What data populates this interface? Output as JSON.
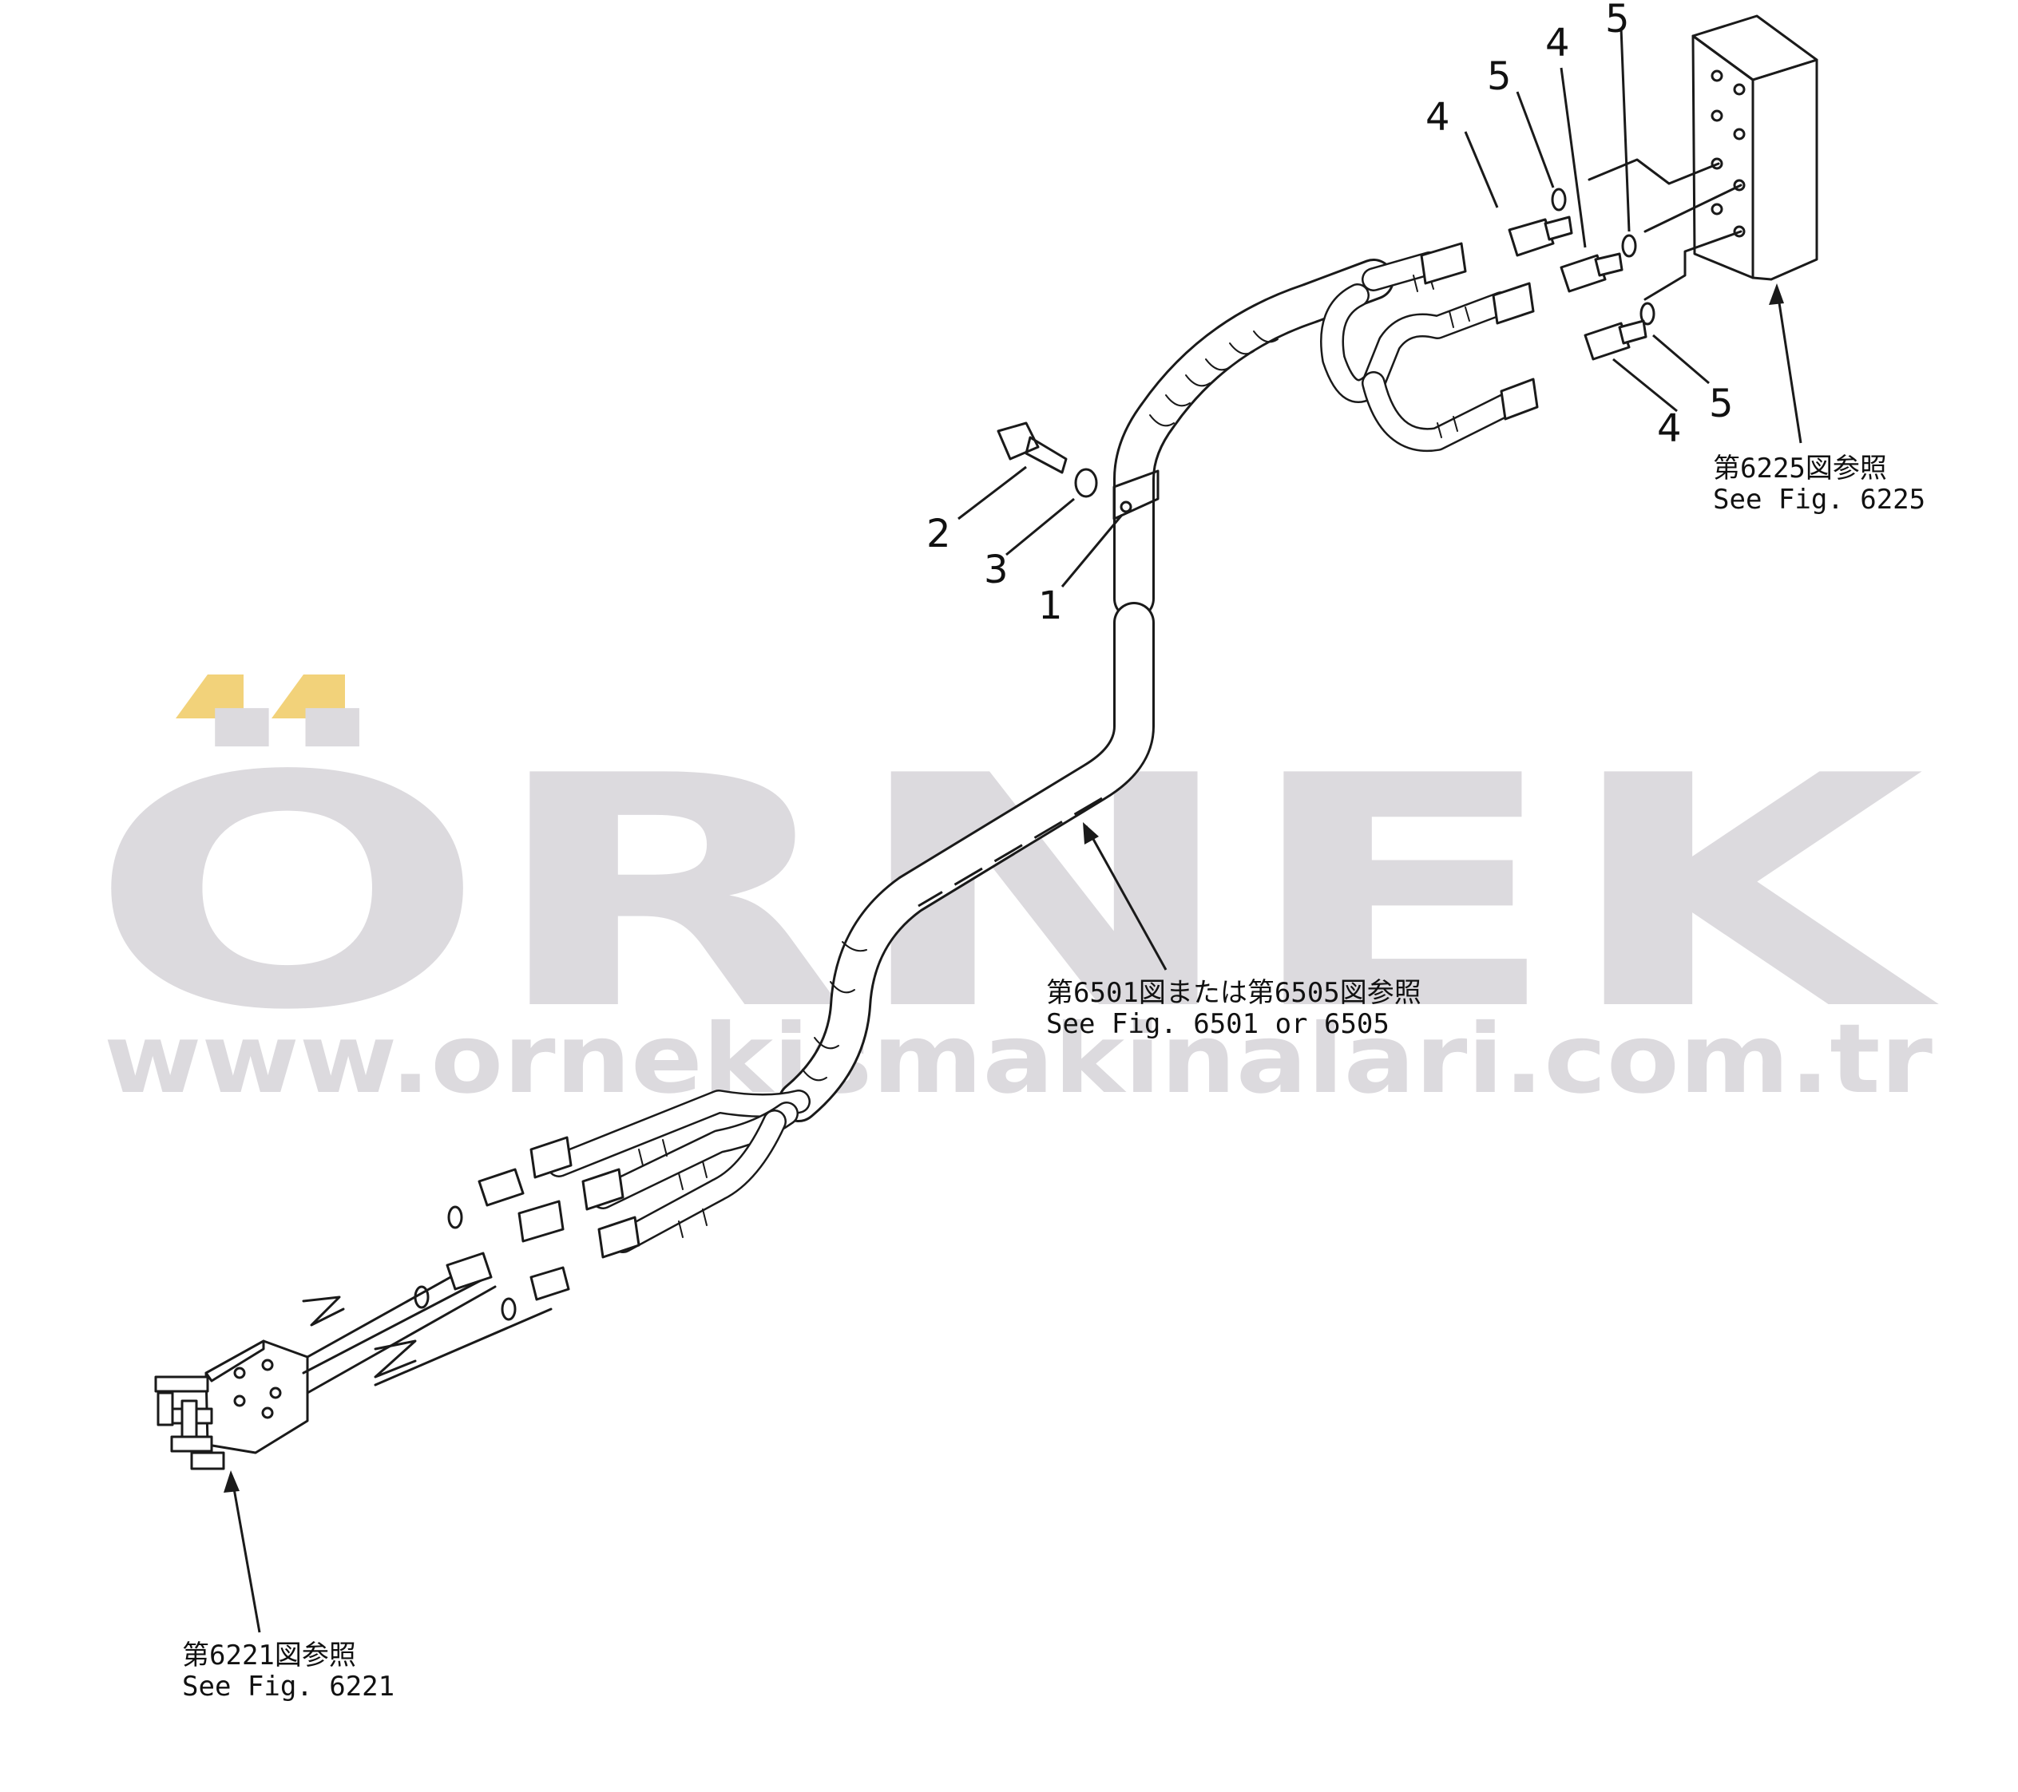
{
  "watermark": {
    "brand": "ÖRNEK",
    "url": "www.ornekismakinalari.com.tr",
    "accent_color": "#f2d27a",
    "text_color": "#dcdade"
  },
  "callouts": {
    "part_1": "1",
    "part_2": "2",
    "part_3": "3",
    "part_4_top_left": "4",
    "part_4_top_mid": "4",
    "part_4_bottom": "4",
    "part_5_top_left": "5",
    "part_5_top_mid": "5",
    "part_5_bottom": "5"
  },
  "references": {
    "top_right": {
      "jp": "第6225図参照",
      "en": "See Fig. 6225"
    },
    "middle": {
      "jp": "第6501図または第6505図参照",
      "en": "See Fig. 6501 or 6505"
    },
    "bottom_left": {
      "jp": "第6221図参照",
      "en": "See Fig. 6221"
    }
  }
}
